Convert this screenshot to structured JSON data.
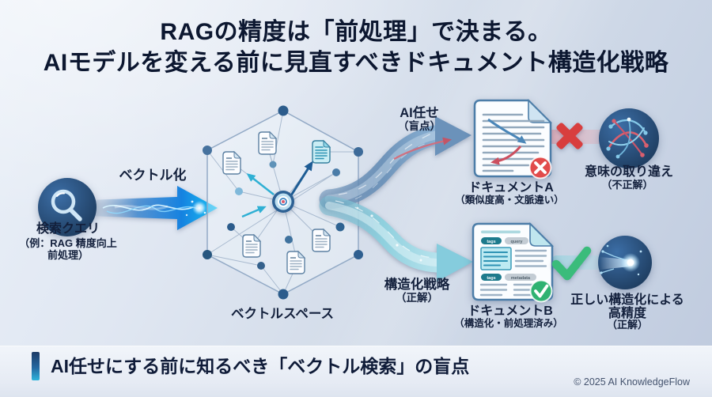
{
  "title": {
    "line1": "RAGの精度は「前処理」で決まる。",
    "line2": "AIモデルを変える前に見直すべきドキュメント構造化戦略"
  },
  "query": {
    "icon": "magnifier-icon",
    "label": "検索クエリ",
    "example_line1": "（例：RAG 精度向上",
    "example_line2": "前処理）"
  },
  "vectorize": {
    "label": "ベクトル化"
  },
  "vector_space": {
    "label": "ベクトルスペース",
    "icon": "target-icon"
  },
  "branch_ai": {
    "label": "AI任せ",
    "sublabel": "（盲点）"
  },
  "branch_structured": {
    "label": "構造化戦略",
    "sublabel": "（正解）"
  },
  "doc_a": {
    "title": "ドキュメントA",
    "sublabel": "（類似度高・文脈違い）",
    "status_icon": "cross-icon"
  },
  "doc_b": {
    "title": "ドキュメントB",
    "sublabel": "（構造化・前処理済み）",
    "status_icon": "check-icon",
    "pills": [
      "tags",
      "query",
      "tags",
      "metadata"
    ]
  },
  "result_bad": {
    "title": "意味の取り違え",
    "sublabel": "（不正解）",
    "icon": "tangled-network-icon"
  },
  "result_good": {
    "title_line1": "正しい構造化による",
    "title_line2": "高精度",
    "sublabel": "（正解）",
    "icon": "focused-beam-icon"
  },
  "footer": {
    "headline": "AI任せにする前に知るべき「ベクトル検索」の盲点",
    "copyright": "© 2025 AI KnowledgeFlow"
  },
  "colors": {
    "error_red": "#d83e3e",
    "success_green": "#3abc7b",
    "navy": "#16355c",
    "cyan_accent": "#2fb4dc",
    "steel_band": "#6f94ba",
    "teal_band": "#8ed2e2",
    "background_top": "#eaf0f8",
    "background_bottom": "#bfcade",
    "text_dark": "#0f1b38"
  }
}
